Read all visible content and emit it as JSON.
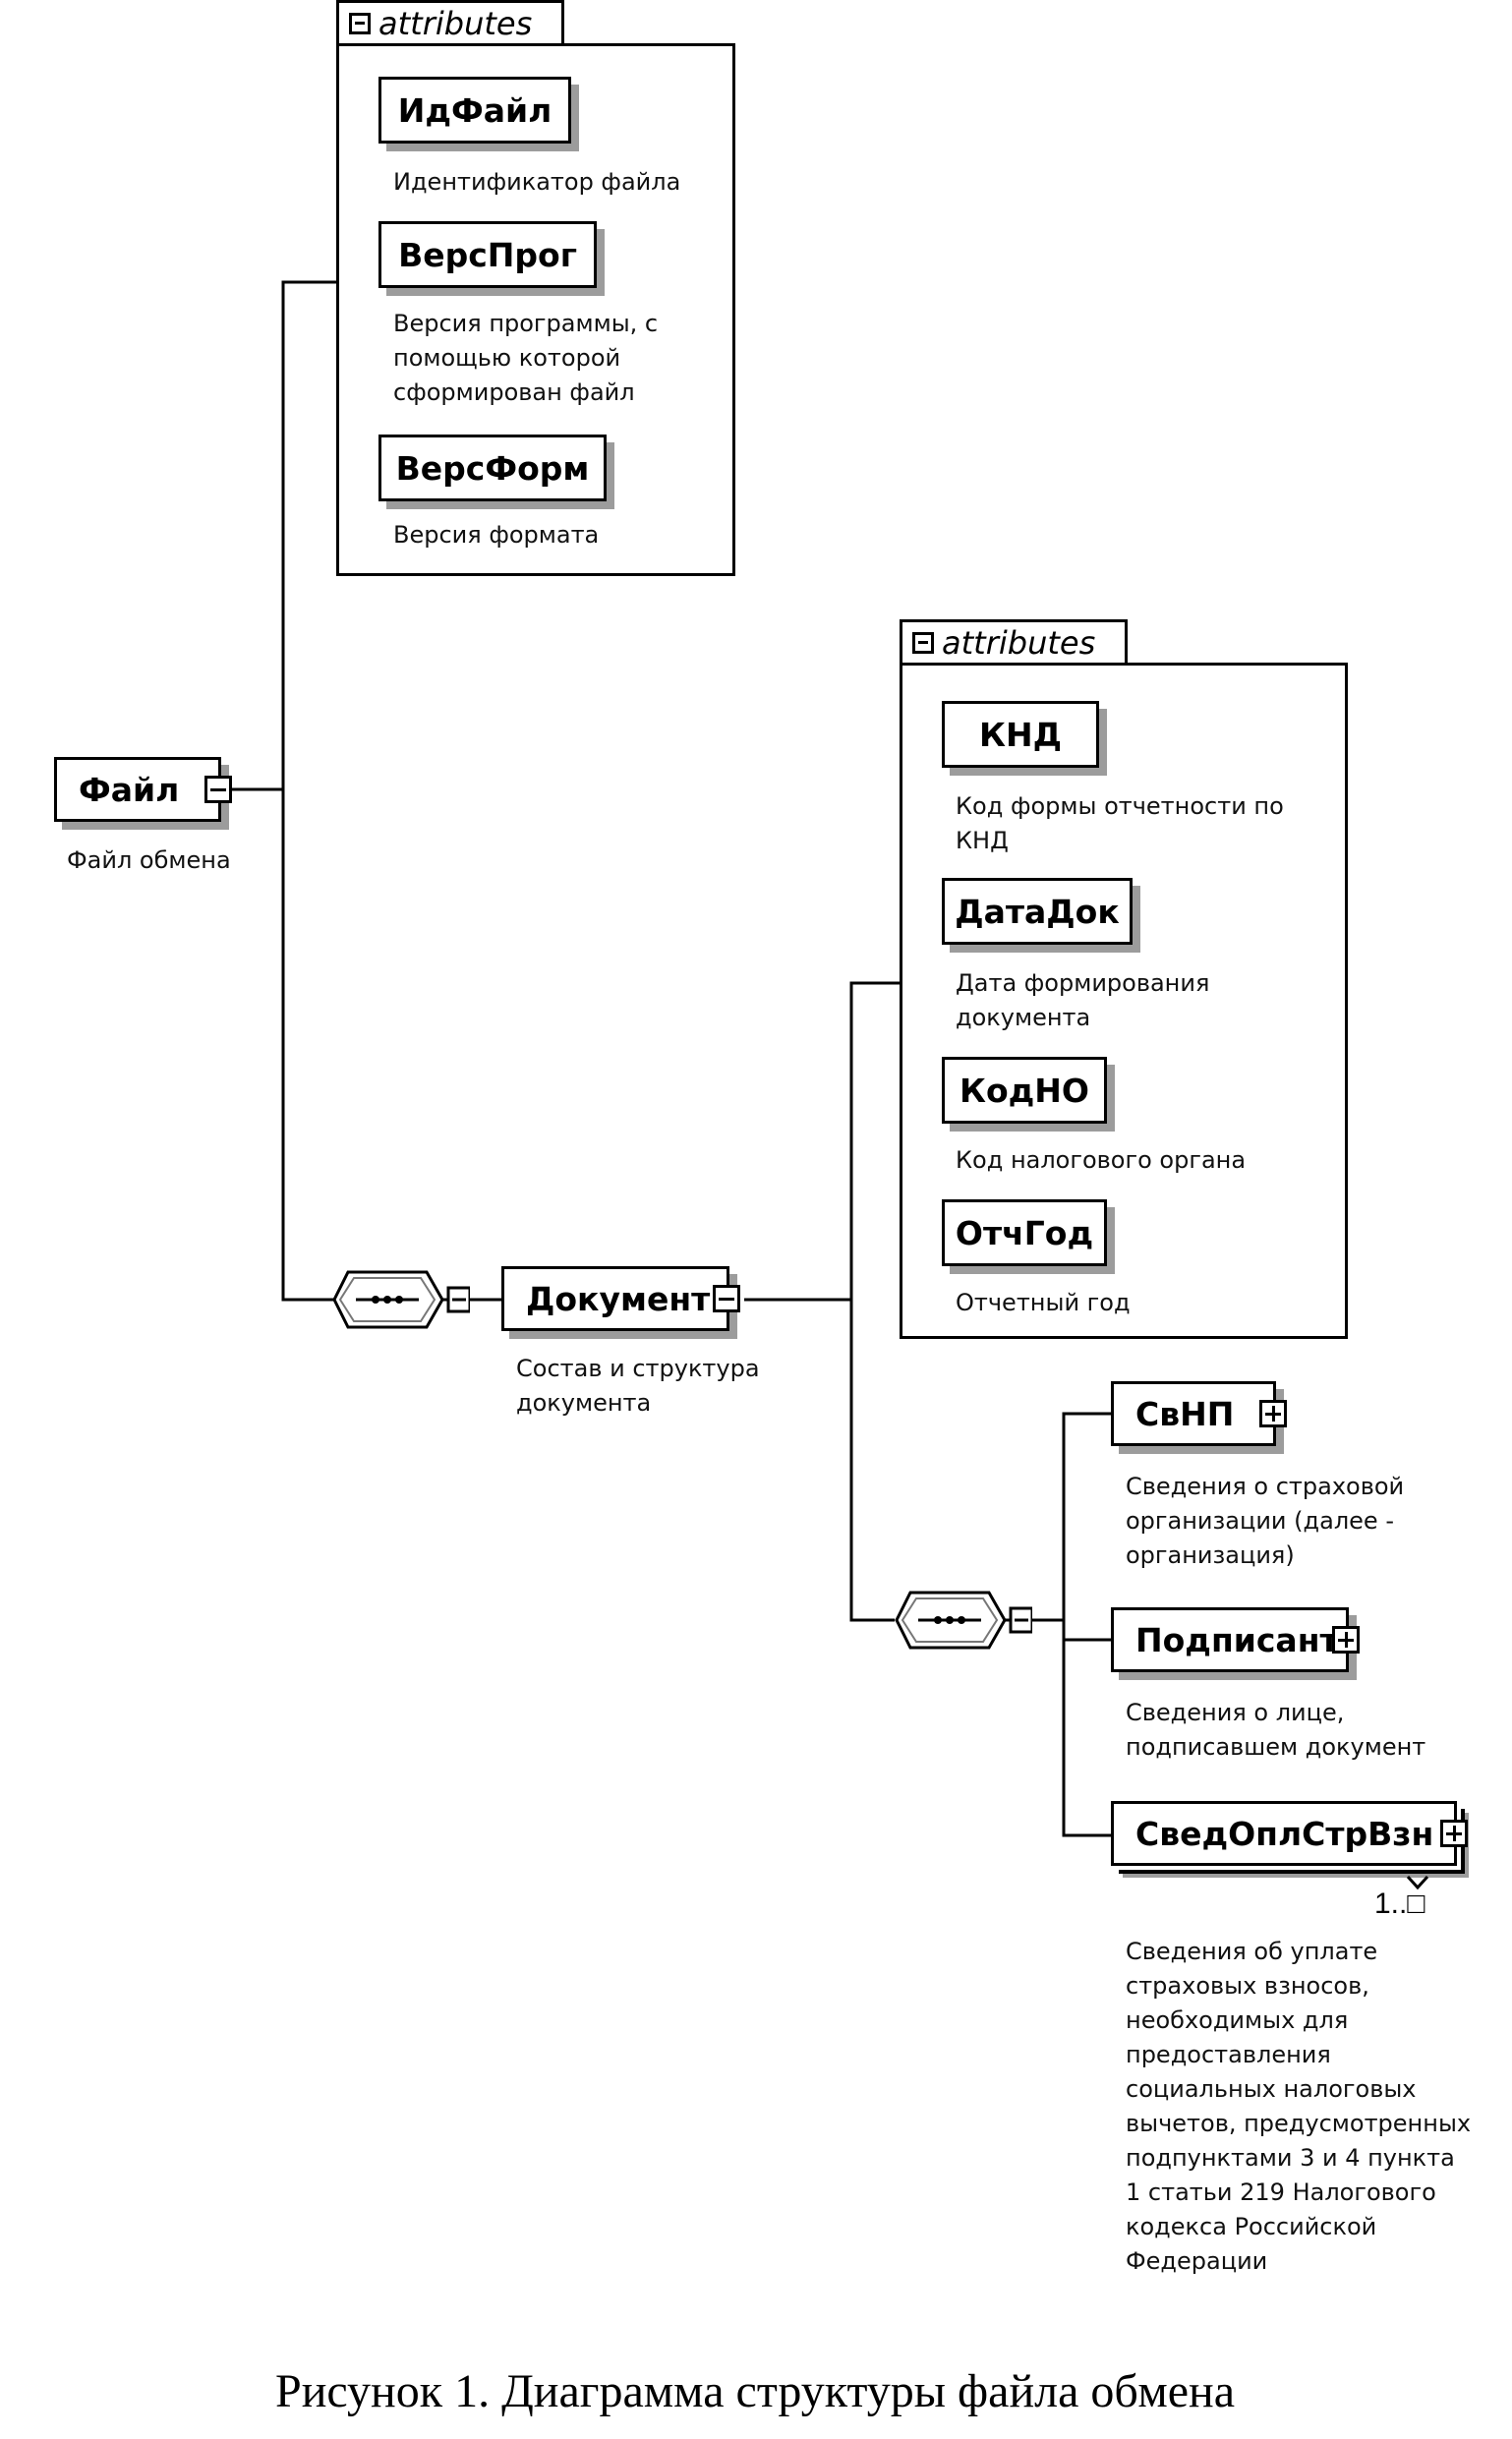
{
  "root": {
    "name": "Файл",
    "description": "Файл обмена"
  },
  "file_attributes": {
    "header": "attributes",
    "items": [
      {
        "name": "ИдФайл",
        "description": "Идентификатор файла"
      },
      {
        "name": "ВерсПрог",
        "description": "Версия программы, с\nпомощью которой\nсформирован файл"
      },
      {
        "name": "ВерсФорм",
        "description": "Версия формата"
      }
    ]
  },
  "document": {
    "name": "Документ",
    "description": "Состав и структура\nдокумента"
  },
  "document_attributes": {
    "header": "attributes",
    "items": [
      {
        "name": "КНД",
        "description": "Код формы отчетности по\nКНД"
      },
      {
        "name": "ДатаДок",
        "description": "Дата формирования\nдокумента"
      },
      {
        "name": "КодНО",
        "description": "Код налогового органа"
      },
      {
        "name": "ОтчГод",
        "description": "Отчетный год"
      }
    ]
  },
  "children": [
    {
      "name": "СвНП",
      "description": "Сведения о страховой\nорганизации (далее -\nорганизация)"
    },
    {
      "name": "Подписант",
      "description": "Сведения о лице,\nподписавшем документ"
    },
    {
      "name": "СведОплСтрВзн",
      "description": "Сведения об уплате\nстраховых взносов,\nнеобходимых для\nпредоставления\nсоциальных налоговых\nвычетов, предусмотренных\nподпунктами 3 и 4 пункта\n1 статьи 219 Налогового\nкодекса Российской\nФедерации",
      "cardinality": "1..□"
    }
  ],
  "caption": "Рисунок 1. Диаграмма структуры файла обмена"
}
